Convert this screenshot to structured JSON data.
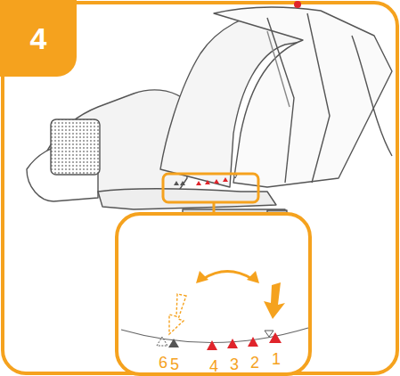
{
  "diagram": {
    "nodes": [
      {
        "text": [
          "4"
        ]
      }
    ],
    "labels": [
      "6",
      "5",
      "4",
      "3",
      "2",
      "1"
    ]
  }
}
